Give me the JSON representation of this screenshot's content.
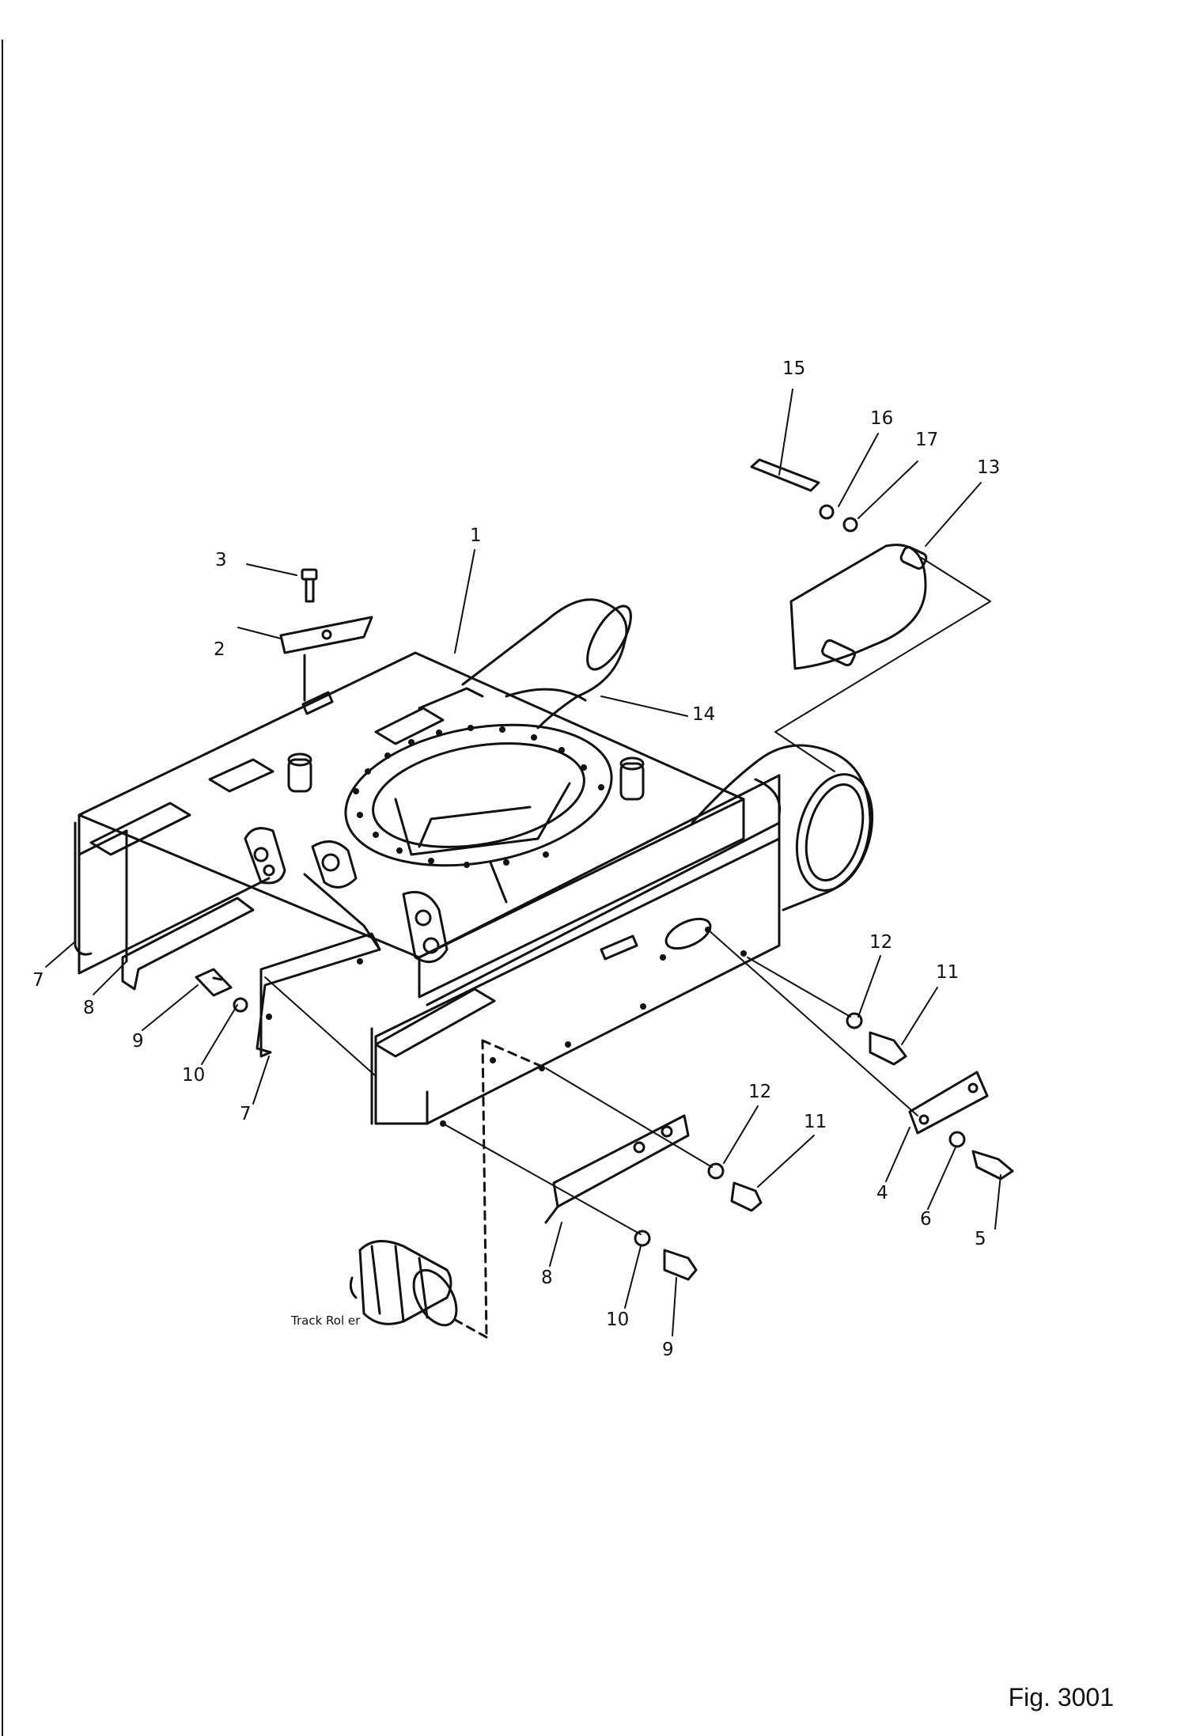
{
  "figure": {
    "label": "Fig. 3001"
  },
  "annotations": {
    "track_roller": "Track Rol er"
  },
  "callouts": {
    "c1": "1",
    "c2": "2",
    "c3": "3",
    "c4": "4",
    "c5": "5",
    "c6": "6",
    "c7a": "7",
    "c7b": "7",
    "c8a": "8",
    "c8b": "8",
    "c9a": "9",
    "c9b": "9",
    "c10a": "10",
    "c10b": "10",
    "c11a": "11",
    "c11b": "11",
    "c12a": "12",
    "c12b": "12",
    "c13": "13",
    "c14": "14",
    "c15": "15",
    "c16": "16",
    "c17": "17"
  }
}
